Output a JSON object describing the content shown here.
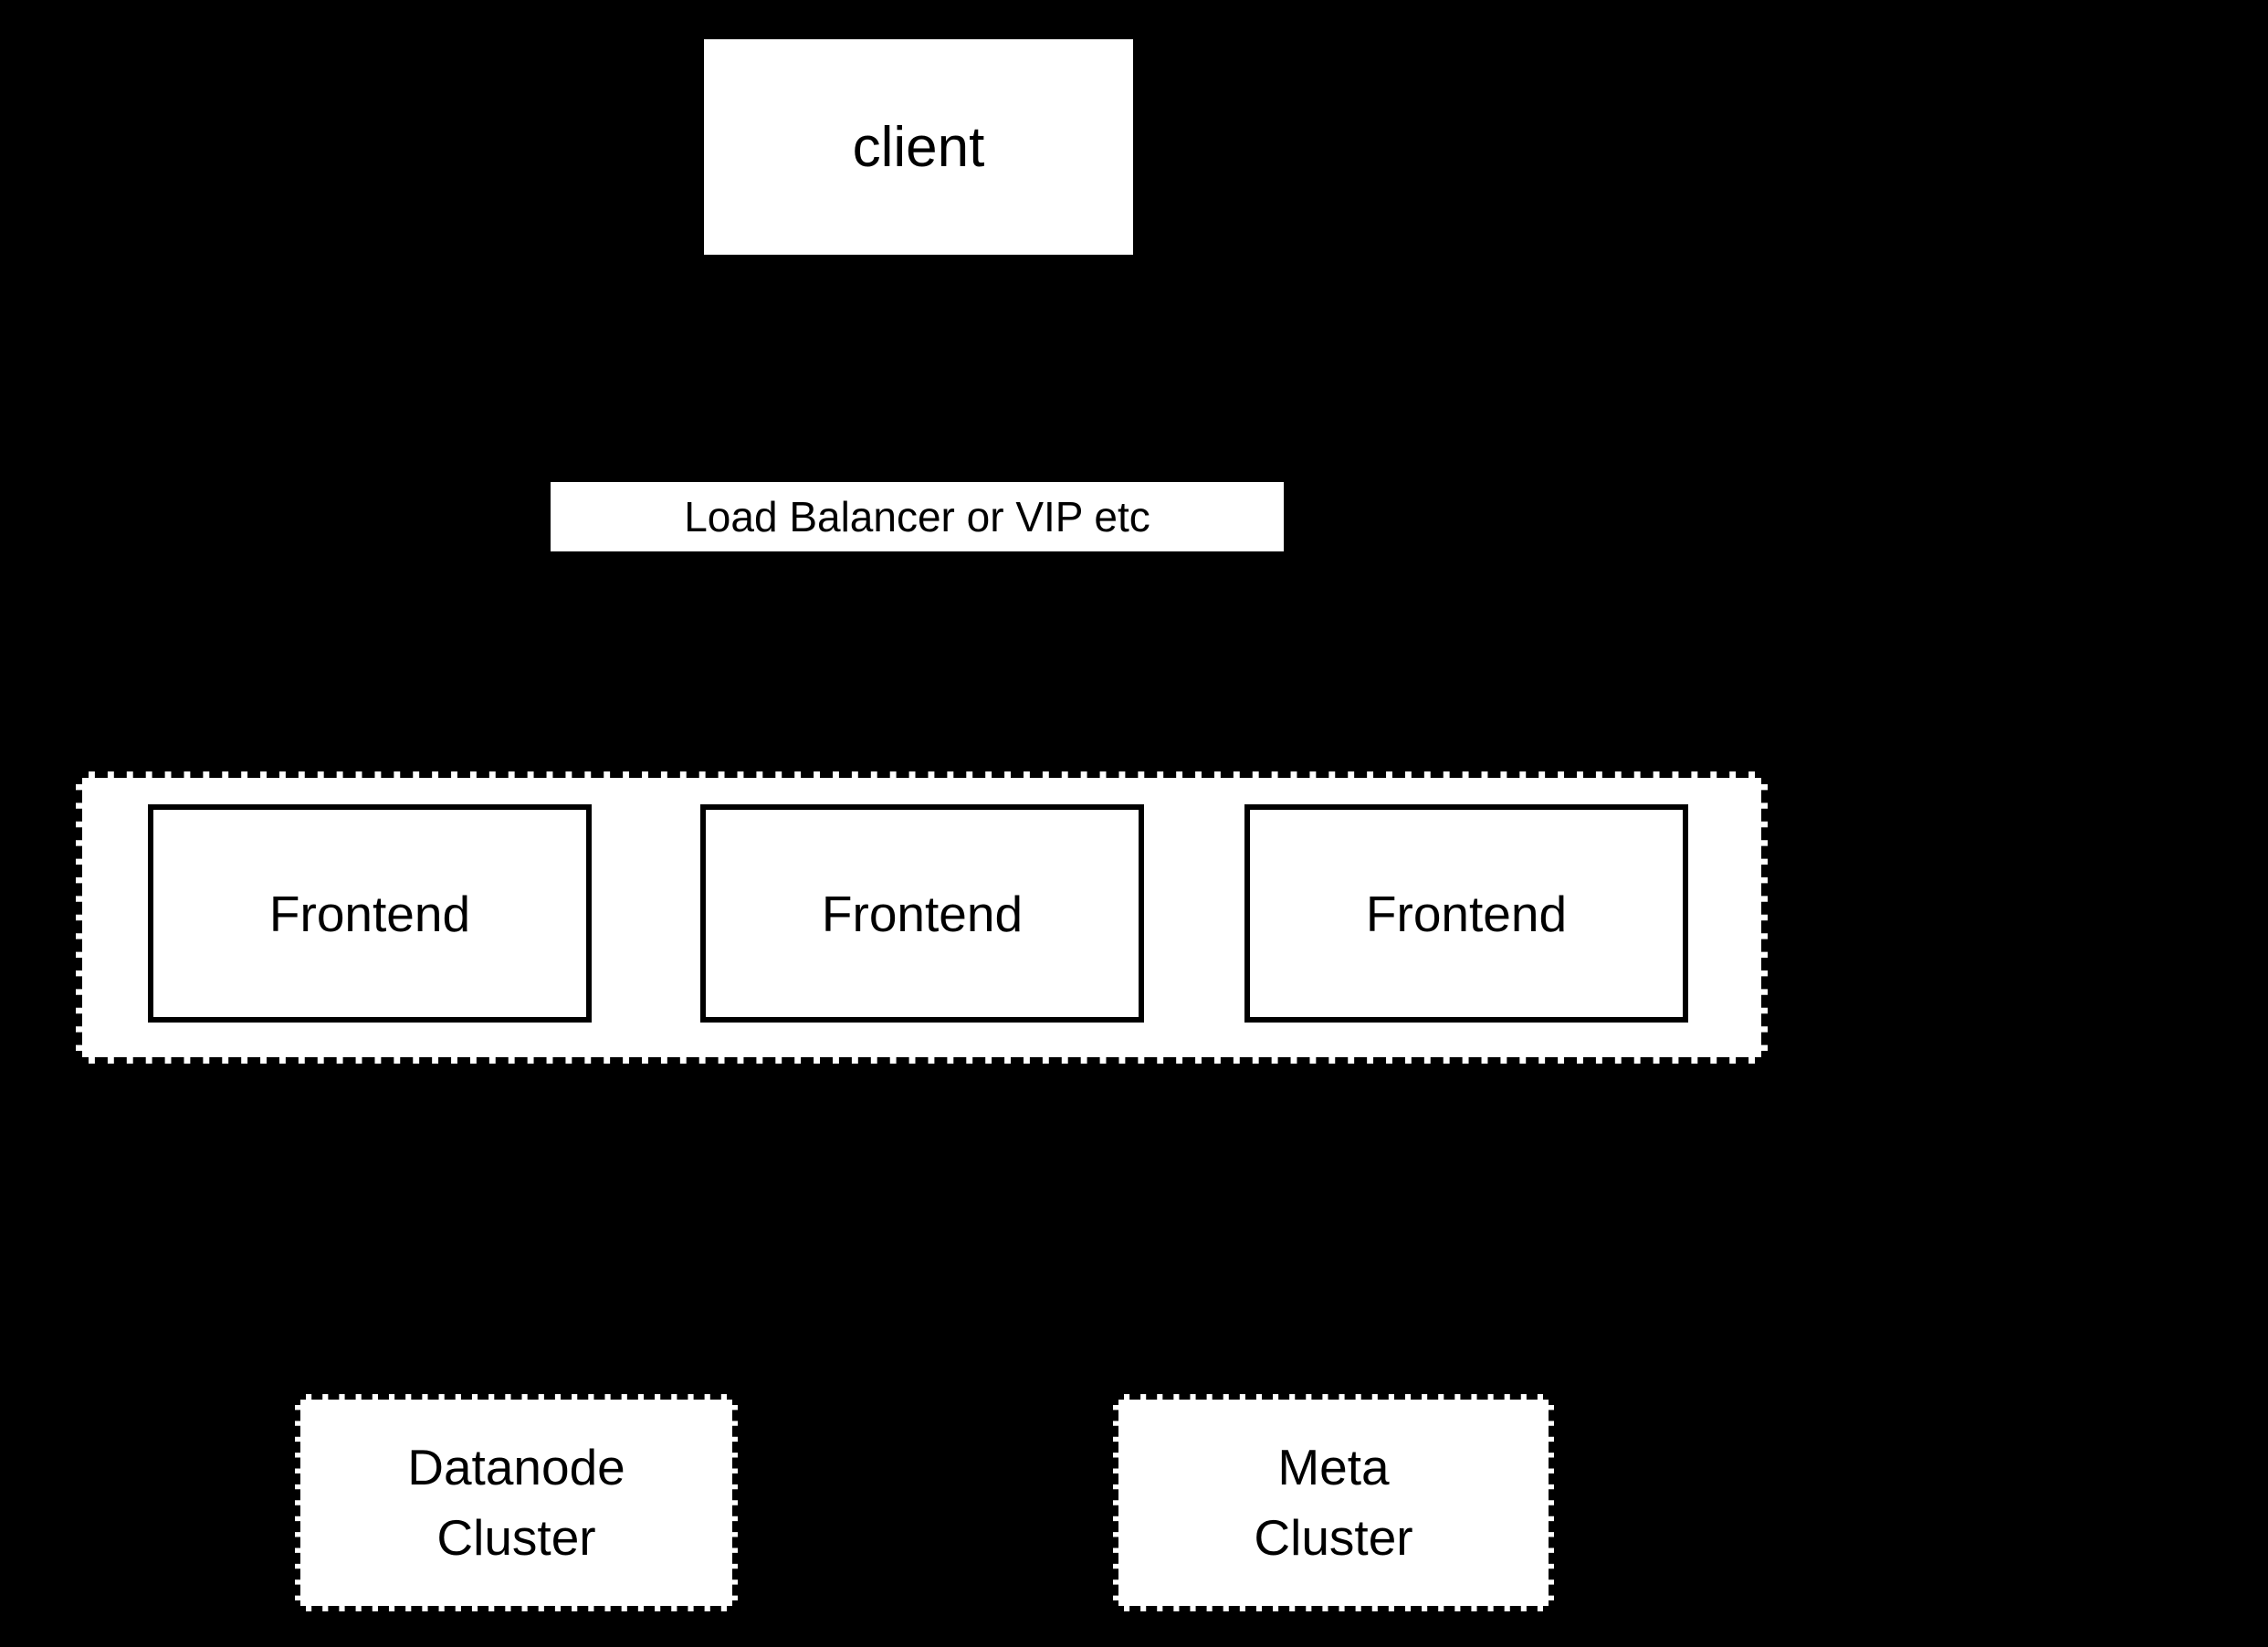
{
  "diagram": {
    "background_color": "#000000",
    "node_fill_color": "#ffffff",
    "stroke_color": "#000000",
    "client": {
      "label": "client"
    },
    "load_balancer": {
      "label": "Load Balancer or VIP etc"
    },
    "frontend_group": {
      "nodes": [
        {
          "label": "Frontend"
        },
        {
          "label": "Frontend"
        },
        {
          "label": "Frontend"
        }
      ]
    },
    "datanode_cluster": {
      "line1": "Datanode",
      "line2": "Cluster"
    },
    "meta_cluster": {
      "line1": "Meta",
      "line2": "Cluster"
    }
  }
}
